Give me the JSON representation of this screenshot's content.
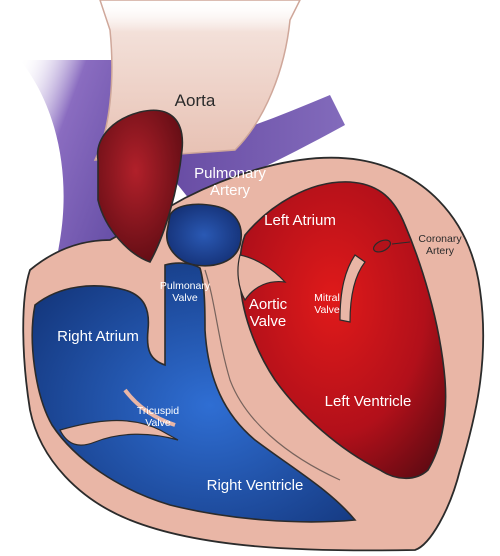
{
  "diagram": {
    "labels": {
      "aorta": "Aorta",
      "pulmonary_artery": "Pulmonary\nArtery",
      "left_atrium": "Left Atrium",
      "coronary_artery": "Coronary\nArtery",
      "pulmonary_valve": "Pulmonary\nValve",
      "aortic_valve": "Aortic\nValve",
      "mitral_valve": "Mitral\nValve",
      "right_atrium": "Right Atrium",
      "left_ventricle": "Left Ventricle",
      "tricuspid_valve": "Tricuspid\nValve",
      "right_ventricle": "Right Ventricle"
    },
    "colors": {
      "tissue": "#e7b3a3",
      "tissue_outline": "#2a2a2a",
      "aorta_wall": "#f0dad2",
      "vena_cava": "#6a4a9e",
      "deoxygenated_blue": "#1b4fa0",
      "oxygenated_red": "#c41313",
      "dark_red": "#7a0c14"
    }
  }
}
